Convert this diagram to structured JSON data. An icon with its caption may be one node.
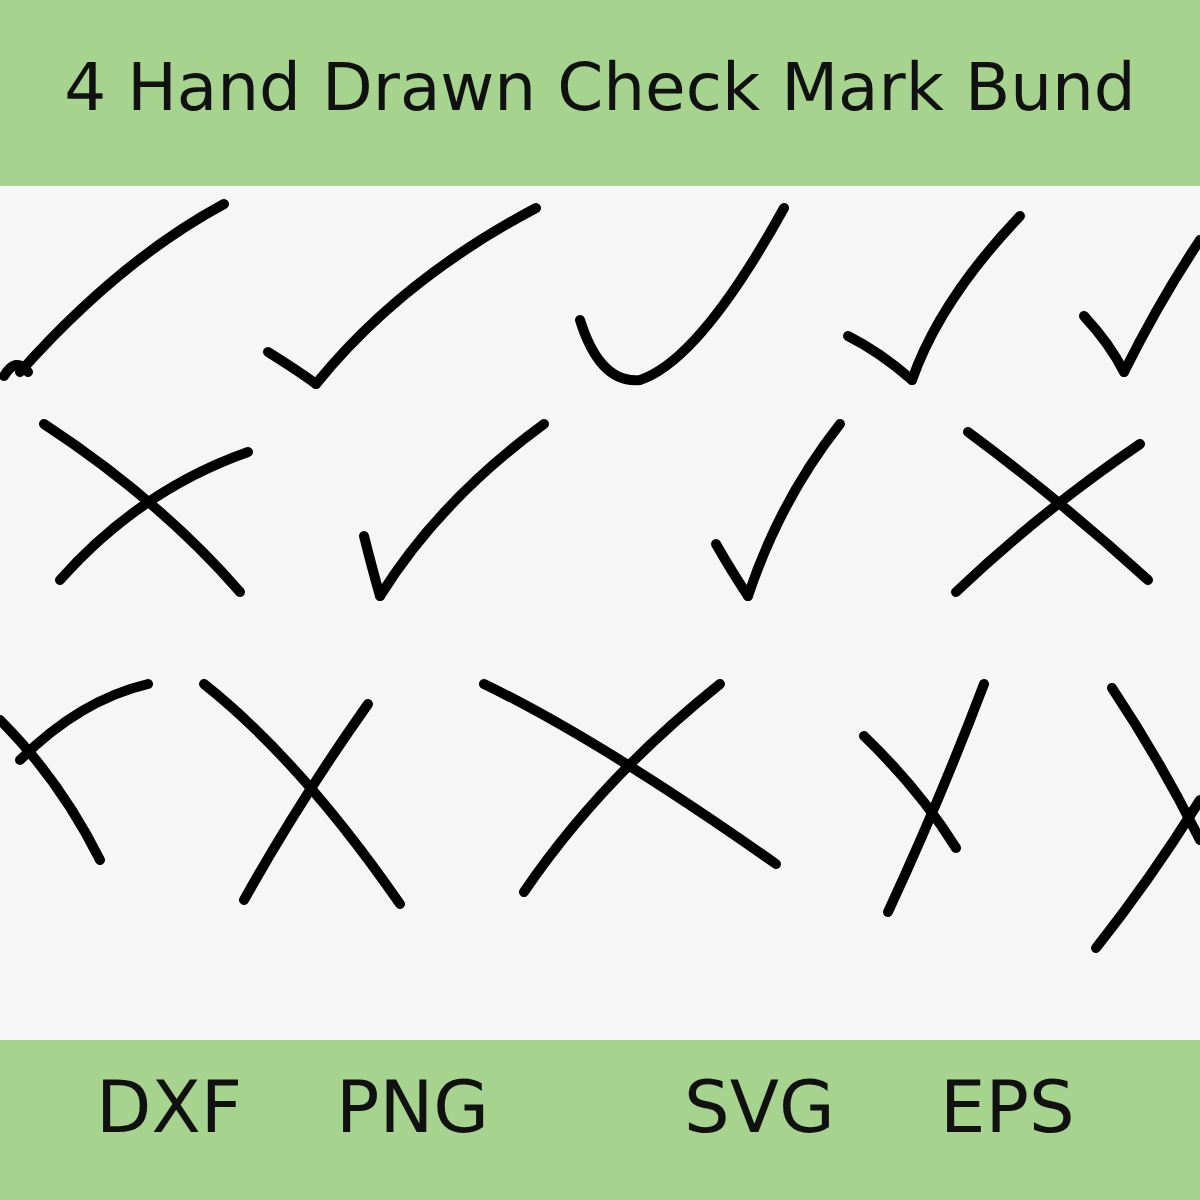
{
  "diagram": {
    "title": "4 Hand Drawn Check Mark Bund",
    "labels": [
      "DXF",
      "PNG",
      "SVG",
      "EPS"
    ]
  }
}
